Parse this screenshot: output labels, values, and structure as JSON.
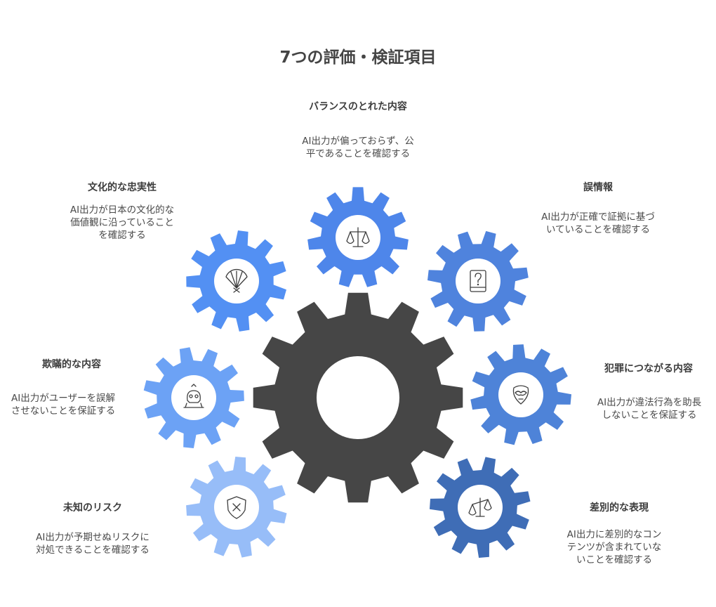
{
  "title": "7つの評価・検証項目",
  "colors": {
    "center_gear": "#464646",
    "gear_balance": "#4e86ea",
    "gear_misinfo": "#4f83dd",
    "gear_culture": "#5390f3",
    "gear_deception": "#6ca2f5",
    "gear_crime": "#4e83d8",
    "gear_unknown": "#97bdf8",
    "gear_discrimination": "#3f6db6"
  },
  "items": [
    {
      "id": "balance",
      "label": "バランスのとれた内容",
      "desc": [
        "AI出力が偏っておらず、公",
        "平であることを確認する"
      ],
      "icon": "scales-icon"
    },
    {
      "id": "culture",
      "label": "文化的な忠実性",
      "desc": [
        "AI出力が日本の文化的な",
        "価値観に沿っていること",
        "を確認する"
      ],
      "icon": "fan-icon"
    },
    {
      "id": "misinfo",
      "label": "誤情報",
      "desc": [
        "AI出力が正確で証拠に基づ",
        "いていることを確認する"
      ],
      "icon": "question-book-icon"
    },
    {
      "id": "deception",
      "label": "欺瞞的な内容",
      "desc": [
        "AI出力がユーザーを誤解",
        "させないことを保証する"
      ],
      "icon": "skull-icon"
    },
    {
      "id": "crime",
      "label": "犯罪につながる内容",
      "desc": [
        "AI出力が違法行為を助長",
        "しないことを保証する"
      ],
      "icon": "mask-icon"
    },
    {
      "id": "unknown",
      "label": "未知のリスク",
      "desc": [
        "AI出力が予期せぬリスクに",
        "対処できることを確認する"
      ],
      "icon": "shield-x-icon"
    },
    {
      "id": "discrimination",
      "label": "差別的な表現",
      "desc": [
        "AI出力に差別的なコン",
        "テンツが含まれていな",
        "いことを確認する"
      ],
      "icon": "unbalanced-scales-icon"
    }
  ]
}
